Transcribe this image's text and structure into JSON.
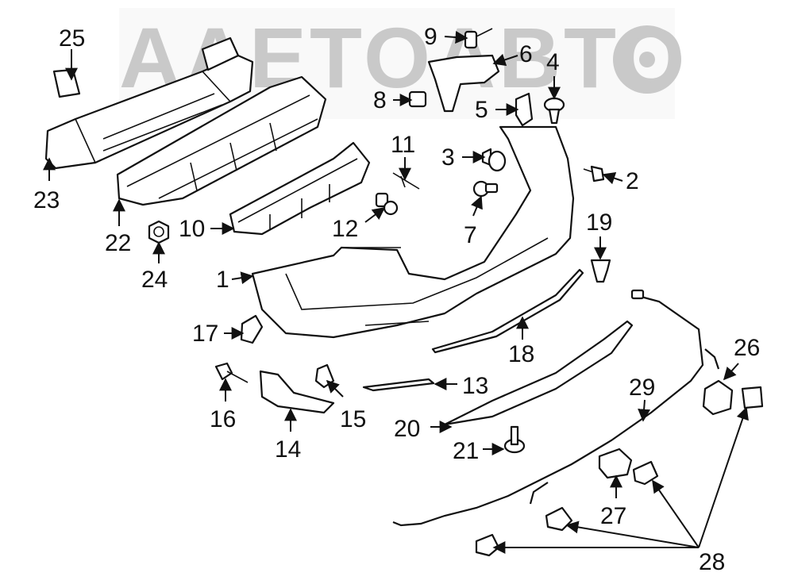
{
  "watermark": "AAETOABTO",
  "callouts": {
    "c1": "1",
    "c2": "2",
    "c3": "3",
    "c4": "4",
    "c5": "5",
    "c6": "6",
    "c7": "7",
    "c8": "8",
    "c9": "9",
    "c10": "10",
    "c11": "11",
    "c12": "12",
    "c13": "13",
    "c14": "14",
    "c15": "15",
    "c16": "16",
    "c17": "17",
    "c18": "18",
    "c19": "19",
    "c20": "20",
    "c21": "21",
    "c22": "22",
    "c23": "23",
    "c24": "24",
    "c25": "25",
    "c26": "26",
    "c27": "27",
    "c28": "28",
    "c29": "29"
  }
}
